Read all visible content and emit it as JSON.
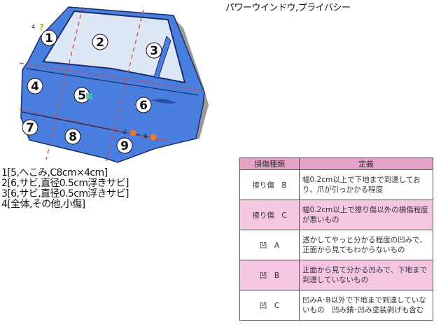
{
  "title": "パワーウインドウ,プライバシー",
  "diagram": {
    "areas": [
      "1",
      "2",
      "3",
      "4",
      "5",
      "6",
      "7",
      "8",
      "9"
    ],
    "markers": [
      {
        "label": "4",
        "type": "question-mark"
      },
      {
        "label": "2",
        "type": "orange-dot"
      },
      {
        "label": "3",
        "type": "orange-dot"
      }
    ],
    "colors": {
      "door": "#4a7fe0",
      "glass": "#dde6f5",
      "dash": "#d04848",
      "marker": "#e87a2a"
    }
  },
  "notes": [
    "1[5,へこみ,C8cm×4cm]",
    "2[6,サビ,直径0.5cm浮きサビ]",
    "3[6,サビ,直径0.5cm浮きサビ]",
    "4[全体,その他,小傷]"
  ],
  "table": {
    "headers": [
      "損傷種類",
      "定義"
    ],
    "rows": [
      {
        "type": "擦り傷　B",
        "definition": "幅0.2cm以上で下地まで到達しており、爪が引っかかる程度"
      },
      {
        "type": "擦り傷　C",
        "definition": "幅0.2cm以上で擦り傷以外の損傷程度が悪いもの"
      },
      {
        "type": "凹　A",
        "definition": "透かしてやっと分かる程度の凹みで、正面から見てもわからないもの"
      },
      {
        "type": "凹　B",
        "definition": "正面から見て分かる凹みで、下地まで到達していないもの"
      },
      {
        "type": "凹　C",
        "definition": "凹みA･B以外で下地まで到達していないもの　凹み錆･凹み塗装剥げも含む"
      }
    ]
  }
}
